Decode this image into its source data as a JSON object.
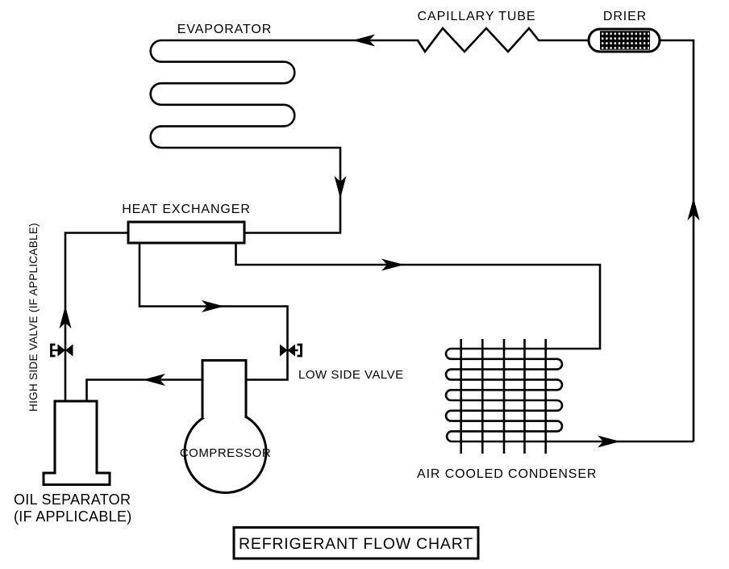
{
  "title": {
    "text": "REFRIGERANT FLOW CHART"
  },
  "labels": {
    "evaporator": "EVAPORATOR",
    "capillary_tube": "CAPILLARY TUBE",
    "drier": "DRIER",
    "heat_exchanger": "HEAT EXCHANGER",
    "high_side_valve": "HIGH SIDE VALVE (IF APPLICABLE)",
    "low_side_valve": "LOW SIDE VALVE",
    "oil_separator_line1": "OIL SEPARATOR",
    "oil_separator_line2": "(IF APPLICABLE)",
    "compressor": "COMPRESSOR",
    "air_cooled_condenser": "AIR COOLED CONDENSER"
  },
  "colors": {
    "line": "#000000",
    "background": "#ffffff",
    "component_fill": "#ffffff"
  }
}
